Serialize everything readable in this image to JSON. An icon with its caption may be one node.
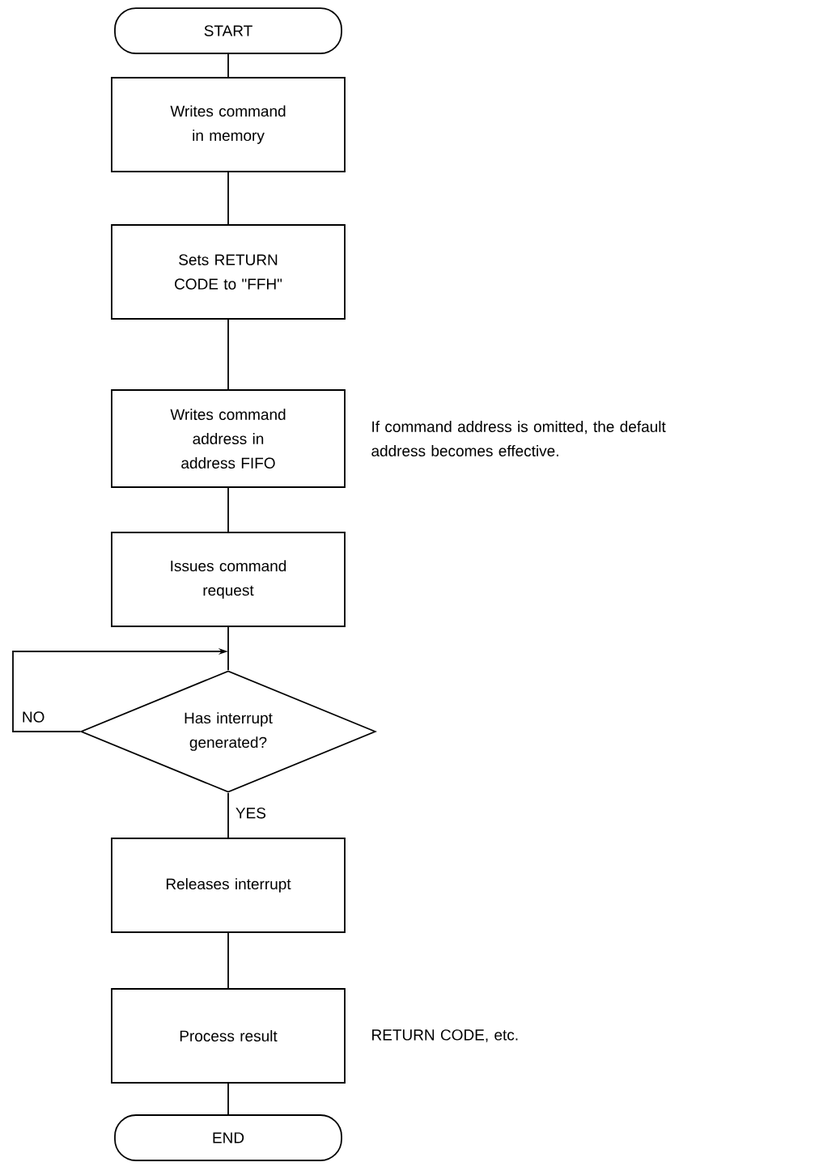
{
  "diagram": {
    "nodes": [
      {
        "text": [
          "START"
        ]
      },
      {
        "text": [
          "Writes command in memory"
        ]
      },
      {
        "text": [
          "Sets RETURN CODE to \"FFH\""
        ]
      },
      {
        "text": [
          "Writes command address in address FIFO"
        ],
        "beside": [
          "If command address is omitted, the default address becomes effective."
        ]
      },
      {
        "text": [
          "Issues command request"
        ]
      },
      {
        "text": [
          "Has interrupt generated?"
        ]
      },
      {
        "text": [
          "Releases interrupt"
        ]
      },
      {
        "text": [
          "Process result"
        ],
        "beside": [
          "RETURN CODE, etc."
        ]
      },
      {
        "text": [
          "END"
        ]
      }
    ],
    "edges": [
      {
        "from": 0,
        "to": 1,
        "arrow": "none"
      },
      {
        "from": 1,
        "to": 2,
        "arrow": "none"
      },
      {
        "from": 2,
        "to": 3,
        "arrow": "none"
      },
      {
        "from": 3,
        "to": 4,
        "arrow": "none"
      },
      {
        "from": 4,
        "to": 5,
        "arrow": "none"
      },
      {
        "from": 5,
        "to": 5,
        "arrow": "to",
        "label": "NO"
      },
      {
        "from": 5,
        "to": 6,
        "arrow": "none",
        "label": "YES"
      },
      {
        "from": 6,
        "to": 7,
        "arrow": "none"
      },
      {
        "from": 7,
        "to": 8,
        "arrow": "none"
      }
    ]
  }
}
